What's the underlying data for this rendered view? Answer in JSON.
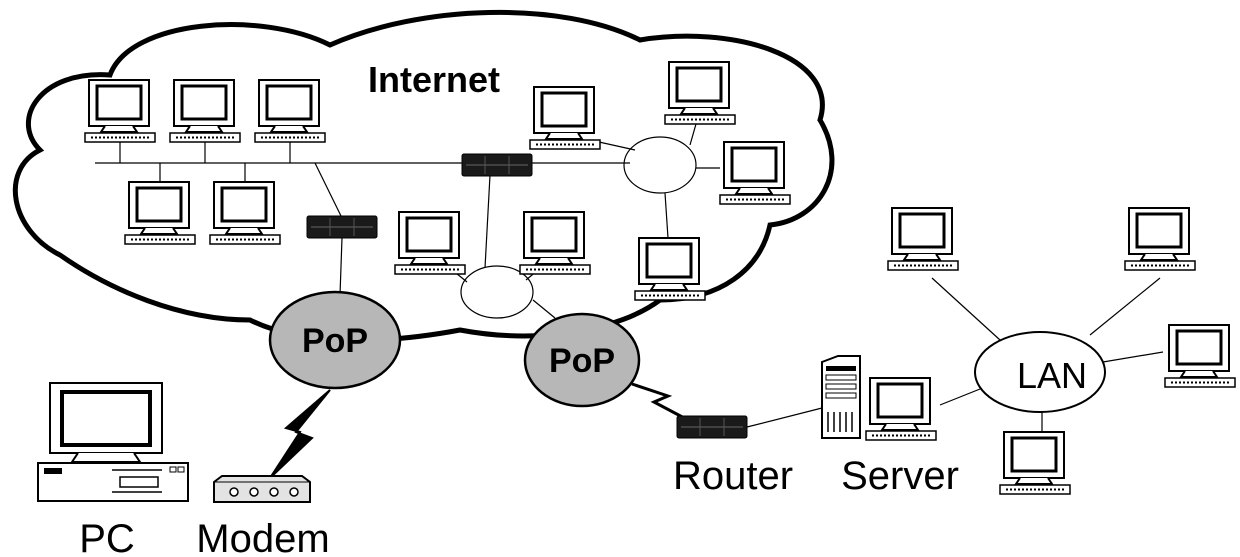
{
  "labels": {
    "internet": "Internet",
    "pop": "PoP",
    "lan": "LAN",
    "router": "Router",
    "server": "Server",
    "pc": "PC",
    "modem": "Modem"
  },
  "colors": {
    "pop_fill": "#b7b7b7",
    "stroke": "#000000",
    "background": "#ffffff",
    "router_body": "#1a1a1a"
  },
  "icons": {
    "monitor": "monitor-icon",
    "router": "router-icon",
    "server": "server-icon",
    "modem": "modem-icon",
    "pc": "desktop-pc-icon",
    "link": "lightning-bolt-icon"
  }
}
